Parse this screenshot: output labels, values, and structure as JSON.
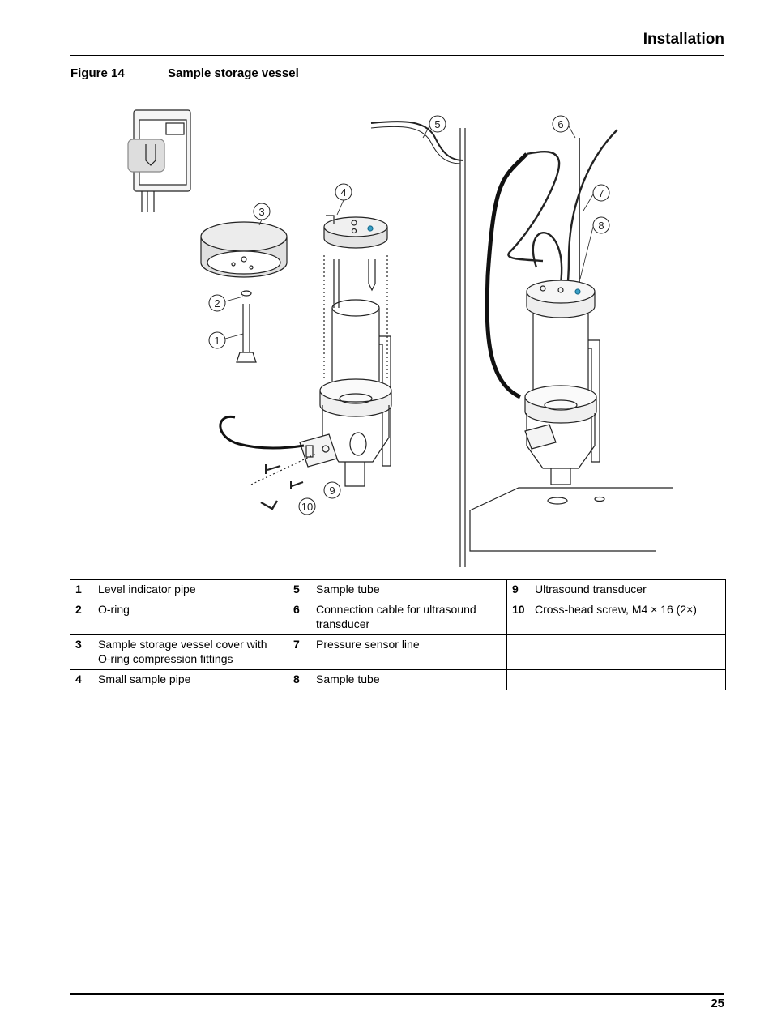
{
  "header": {
    "section_title": "Installation"
  },
  "figure": {
    "number": "Figure 14",
    "title": "Sample storage vessel",
    "callouts": [
      "1",
      "2",
      "3",
      "4",
      "5",
      "6",
      "7",
      "8",
      "9",
      "10"
    ]
  },
  "legend": {
    "rows": [
      [
        {
          "n": "1",
          "t": "Level indicator pipe"
        },
        {
          "n": "5",
          "t": "Sample tube"
        },
        {
          "n": "9",
          "t": "Ultrasound transducer"
        }
      ],
      [
        {
          "n": "2",
          "t": "O-ring"
        },
        {
          "n": "6",
          "t": "Connection cable for ultrasound transducer"
        },
        {
          "n": "10",
          "t": "Cross-head screw, M4 × 16 (2×)"
        }
      ],
      [
        {
          "n": "3",
          "t": "Sample storage vessel cover with O-ring compression fittings"
        },
        {
          "n": "7",
          "t": "Pressure sensor line"
        },
        {
          "n": "",
          "t": ""
        }
      ],
      [
        {
          "n": "4",
          "t": "Small sample pipe"
        },
        {
          "n": "8",
          "t": "Sample tube"
        },
        {
          "n": "",
          "t": ""
        }
      ]
    ]
  },
  "footer": {
    "page_number": "25"
  }
}
